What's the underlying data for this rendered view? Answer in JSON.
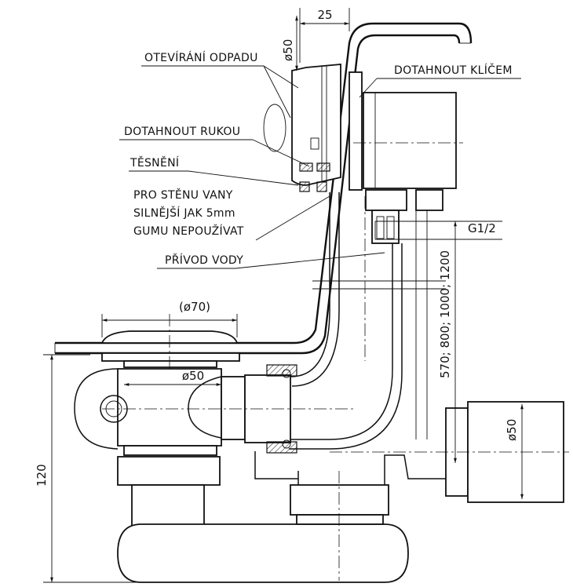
{
  "labels": {
    "otevirani_odpadu": "OTEVÍRÁNÍ ODPADU",
    "dotahnout_klicem": "DOTAHNOUT KLÍČEM",
    "dotahnout_rukou": "DOTAHNOUT RUKOU",
    "tesneni": "TĚSNĚNÍ",
    "pro_stenu_line1": "PRO STĚNU VANY",
    "pro_stenu_line2": "SILNĚJŠÍ JAK 5mm",
    "pro_stenu_line3": "GUMU NEPOUŽÍVAT",
    "privod_vody": "PŘÍVOD VODY",
    "thread": "G1/2"
  },
  "dimensions": {
    "overflow_depth": "25",
    "overflow_dia": "ø50",
    "drain_dia": "(ø70)",
    "inner_dia": "ø50",
    "outlet_dia": "ø50",
    "height": "120",
    "pipe_lengths": "570; 800; 1000; 1200"
  }
}
